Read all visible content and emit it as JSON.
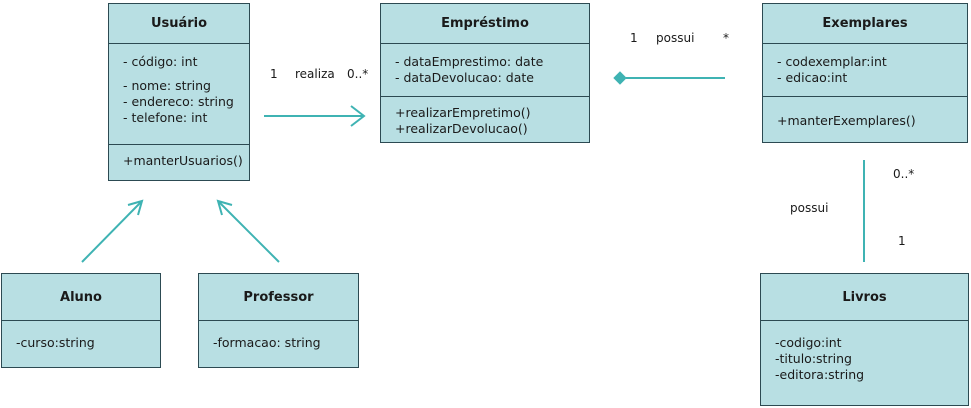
{
  "classes": {
    "usuario": {
      "name": "Usuário",
      "attrs_a": [
        "- código: int"
      ],
      "attrs_b": [
        "- nome: string",
        "- endereco: string",
        "- telefone: int"
      ],
      "methods": [
        "+manterUsuarios()"
      ]
    },
    "emprestimo": {
      "name": "Empréstimo",
      "attrs": [
        "- dataEmprestimo: date",
        "- dataDevolucao: date"
      ],
      "methods": [
        "+realizarEmpretimo()",
        "+realizarDevolucao()"
      ]
    },
    "exemplares": {
      "name": "Exemplares",
      "attrs": [
        "- codexemplar:int",
        "- edicao:int"
      ],
      "methods": [
        "+manterExemplares()"
      ]
    },
    "aluno": {
      "name": "Aluno",
      "attrs": [
        "-curso:string"
      ]
    },
    "professor": {
      "name": "Professor",
      "attrs": [
        "-formacao: string"
      ]
    },
    "livros": {
      "name": "Livros",
      "attrs": [
        "-codigo:int",
        "-titulo:string",
        "-editora:string"
      ]
    }
  },
  "relations": {
    "realiza": {
      "label": "realiza",
      "source_mult": "1",
      "target_mult": "0..*"
    },
    "possui_emprestimo": {
      "label": "possui",
      "source_mult": "1",
      "target_mult": "*"
    },
    "possui_livros": {
      "label": "possui",
      "top_mult": "0..*",
      "bottom_mult": "1"
    }
  },
  "colors": {
    "class_fill": "#b8dfe3",
    "class_border": "#2c4a52",
    "connector": "#3fb3b3"
  }
}
